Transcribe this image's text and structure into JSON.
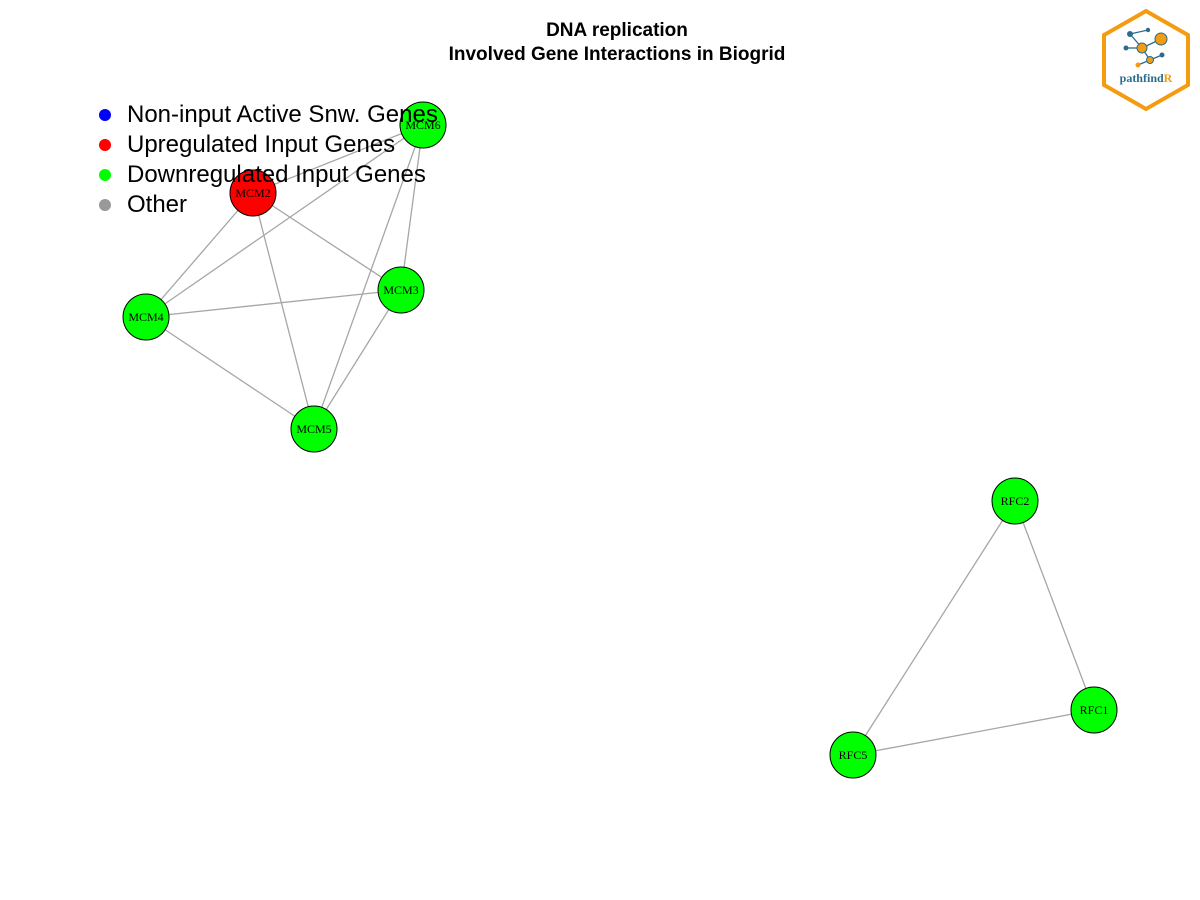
{
  "title": {
    "line1": "DNA replication",
    "line2": "Involved Gene Interactions in Biogrid"
  },
  "logo": {
    "text": "pathfindR",
    "text_main": "pathfind",
    "text_accent": "R",
    "hex_color": "#f39c12",
    "text_color": "#2a6c8c"
  },
  "legend": {
    "items": [
      {
        "label": "Non-input Active Snw. Genes",
        "color": "#0000ff"
      },
      {
        "label": "Upregulated Input Genes",
        "color": "#ff0000"
      },
      {
        "label": "Downregulated Input Genes",
        "color": "#00ff00"
      },
      {
        "label": "Other",
        "color": "#999999"
      }
    ]
  },
  "colors": {
    "up": "#ff0000",
    "down": "#00ff00",
    "edge": "#a6a6a6"
  },
  "nodes": [
    {
      "id": "MCM6",
      "label": "MCM6",
      "status": "down"
    },
    {
      "id": "MCM2",
      "label": "MCM2",
      "status": "up"
    },
    {
      "id": "MCM3",
      "label": "MCM3",
      "status": "down"
    },
    {
      "id": "MCM4",
      "label": "MCM4",
      "status": "down"
    },
    {
      "id": "MCM5",
      "label": "MCM5",
      "status": "down"
    },
    {
      "id": "RFC2",
      "label": "RFC2",
      "status": "down"
    },
    {
      "id": "RFC1",
      "label": "RFC1",
      "status": "down"
    },
    {
      "id": "RFC5",
      "label": "RFC5",
      "status": "down"
    }
  ],
  "edges": [
    [
      "MCM2",
      "MCM3"
    ],
    [
      "MCM2",
      "MCM4"
    ],
    [
      "MCM2",
      "MCM5"
    ],
    [
      "MCM6",
      "MCM4"
    ],
    [
      "MCM6",
      "MCM3"
    ],
    [
      "MCM6",
      "MCM5"
    ],
    [
      "MCM6",
      "MCM2"
    ],
    [
      "MCM4",
      "MCM3"
    ],
    [
      "MCM4",
      "MCM5"
    ],
    [
      "MCM3",
      "MCM5"
    ],
    [
      "RFC2",
      "RFC1"
    ],
    [
      "RFC2",
      "RFC5"
    ],
    [
      "RFC1",
      "RFC5"
    ]
  ]
}
